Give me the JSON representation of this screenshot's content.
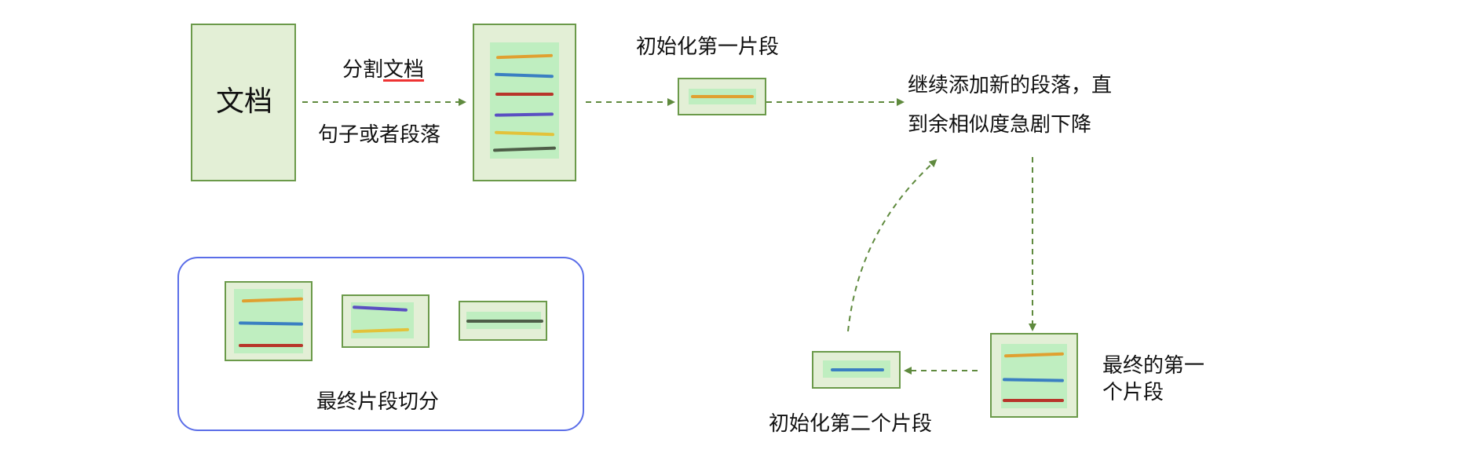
{
  "labels": {
    "document": "文档",
    "split_prefix": "分割",
    "split_suffix": "文档",
    "sentences": "句子或者段落",
    "init_first": "初始化第一片段",
    "continue_line1": "继续添加新的段落，直",
    "continue_line2": "到余相似度急剧下降",
    "final_first_line1": "最终的第一",
    "final_first_line2": "个片段",
    "init_second": "初始化第二个片段",
    "final_split": "最终片段切分"
  },
  "colors": {
    "box_fill": "#e3efd6",
    "box_border": "#6b9a4a",
    "inner_fill": "#bfeec0",
    "arrow": "#5f8a3e",
    "panel_border": "#5b6ee8",
    "stroke_orange": "#e0a030",
    "stroke_blue": "#3a7fc2",
    "stroke_red": "#b8352a",
    "stroke_purple": "#5a4fc2",
    "stroke_yellow": "#e3c23a",
    "stroke_darkgreen": "#4e5e48"
  }
}
